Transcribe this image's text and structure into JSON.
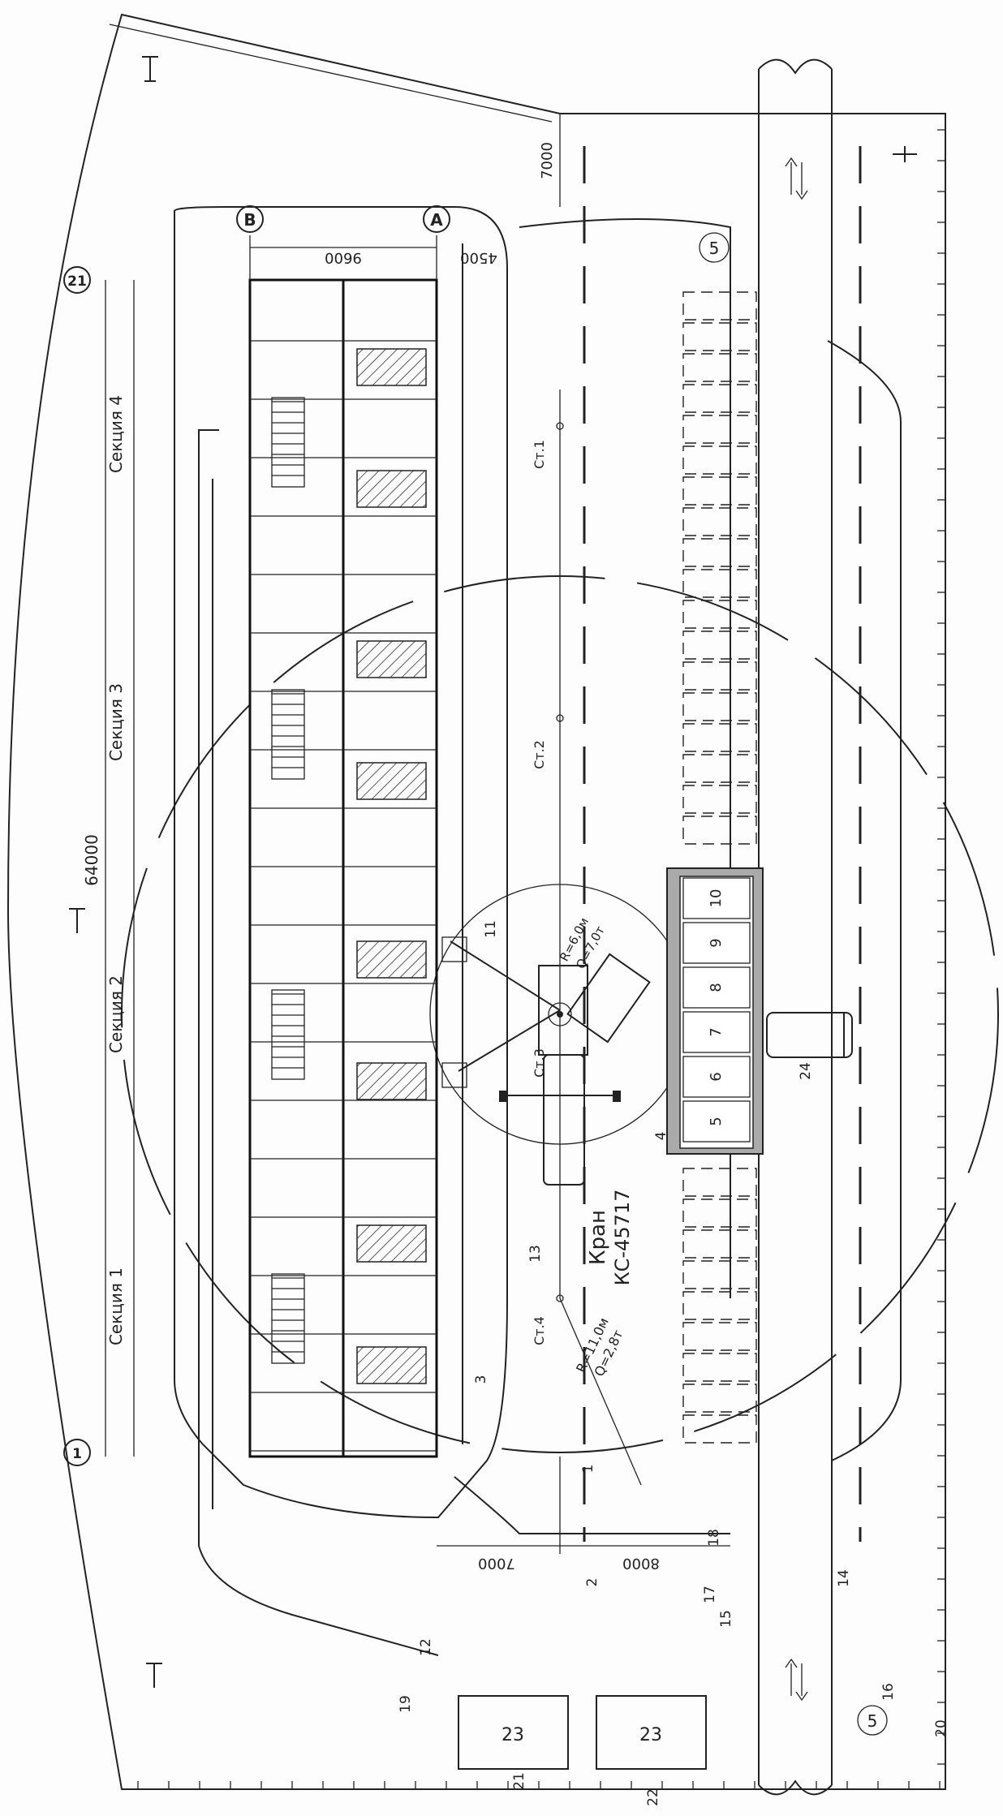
{
  "axes": {
    "left_column": "В",
    "right_column": "А",
    "top_row": "21",
    "bottom_row": "1"
  },
  "dimensions": {
    "building_width": "9600",
    "offset_right": "4500",
    "top_margin": "7000",
    "overall_length": "64000",
    "bottom_dim_1": "7000",
    "bottom_dim_2": "8000"
  },
  "sections": [
    {
      "label": "Секция 4"
    },
    {
      "label": "Секция 3"
    },
    {
      "label": "Секция 2"
    },
    {
      "label": "Секция 1"
    }
  ],
  "crane": {
    "name": "Кран",
    "model": "КС-45717",
    "inner_radius": "R=6,0м",
    "inner_load": "Q=7,0т",
    "outer_radius": "R=11,0м",
    "outer_load": "Q=2,8т"
  },
  "stations": [
    "Ст.1",
    "Ст.2",
    "Ст.3",
    "Ст.4"
  ],
  "storage_cells": [
    "10",
    "9",
    "8",
    "7",
    "6",
    "5"
  ],
  "site_buildings": [
    "23",
    "23"
  ],
  "callouts": [
    "1",
    "2",
    "3",
    "4",
    "11",
    "12",
    "13",
    "14",
    "15",
    "16",
    "17",
    "18",
    "19",
    "20",
    "21",
    "22",
    "24"
  ],
  "circle_markers": [
    "5",
    "5"
  ]
}
